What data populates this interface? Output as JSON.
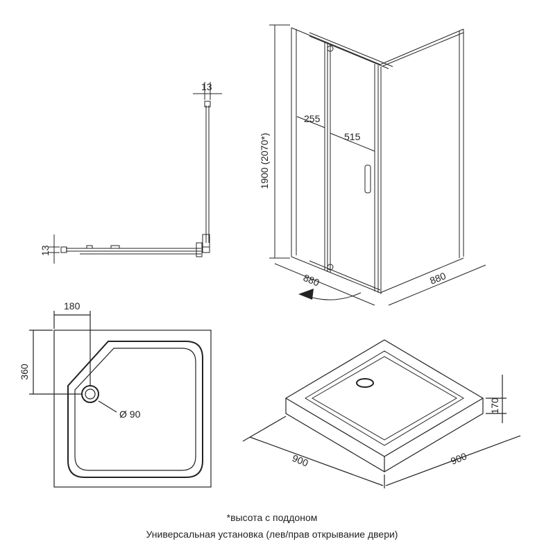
{
  "plan_view": {
    "profile_top": "13",
    "profile_side": "13"
  },
  "enclosure_3d": {
    "height": "1900 (2070*)",
    "width_left": "880",
    "width_right": "880",
    "fixed_panel": "255",
    "door_width": "515"
  },
  "tray_plan": {
    "drain_offset_x": "180",
    "drain_offset_y": "360",
    "drain_diameter": "Ø 90"
  },
  "tray_3d": {
    "height": "170",
    "width_left": "900",
    "width_right": "900"
  },
  "notes": {
    "height_note": "*высота с поддоном",
    "installation": "Универсальная установка (лев/прав открывание двери)"
  },
  "colors": {
    "line": "#222222",
    "background": "#ffffff"
  }
}
